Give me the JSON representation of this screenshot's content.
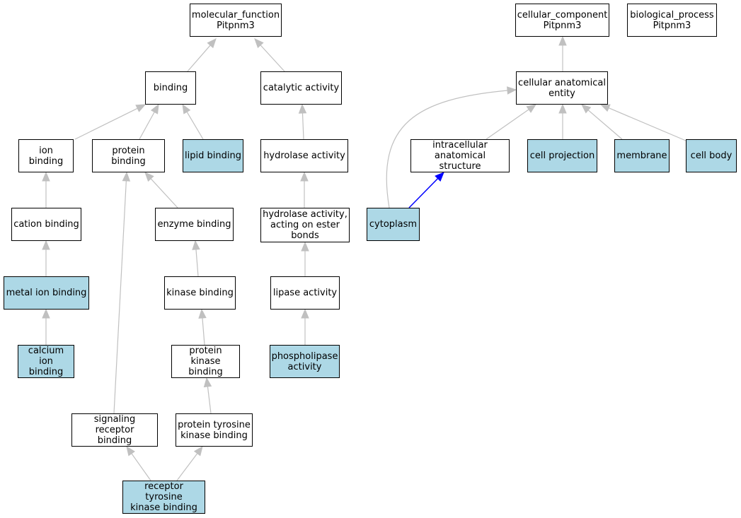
{
  "colors": {
    "annotated_fill": "#add8e6",
    "plain_fill": "#ffffff",
    "edge": "#c0c0c0",
    "edge_highlight": "#0000ff"
  },
  "nodes": {
    "mf": {
      "label": "molecular_function\nPitpnm3",
      "annotated": false
    },
    "cc": {
      "label": "cellular_component\nPitpnm3",
      "annotated": false
    },
    "bp": {
      "label": "biological_process\nPitpnm3",
      "annotated": false
    },
    "bind": {
      "label": "binding",
      "annotated": false
    },
    "cat": {
      "label": "catalytic activity",
      "annotated": false
    },
    "cae": {
      "label": "cellular anatomical\nentity",
      "annotated": false
    },
    "ion": {
      "label": "ion binding",
      "annotated": false
    },
    "prot": {
      "label": "protein binding",
      "annotated": false
    },
    "lipid": {
      "label": "lipid binding",
      "annotated": true
    },
    "hyd": {
      "label": "hydrolase activity",
      "annotated": false
    },
    "intra": {
      "label": "intracellular\nanatomical structure",
      "annotated": false
    },
    "cproj": {
      "label": "cell projection",
      "annotated": true
    },
    "memb": {
      "label": "membrane",
      "annotated": true
    },
    "cbody": {
      "label": "cell body",
      "annotated": true
    },
    "cation": {
      "label": "cation binding",
      "annotated": false
    },
    "enz": {
      "label": "enzyme binding",
      "annotated": false
    },
    "hydest": {
      "label": "hydrolase activity,\nacting on ester\nbonds",
      "annotated": false
    },
    "cyto": {
      "label": "cytoplasm",
      "annotated": true
    },
    "metal": {
      "label": "metal ion binding",
      "annotated": true
    },
    "kin": {
      "label": "kinase binding",
      "annotated": false
    },
    "lipase": {
      "label": "lipase activity",
      "annotated": false
    },
    "calc": {
      "label": "calcium ion\nbinding",
      "annotated": true
    },
    "pkb": {
      "label": "protein kinase\nbinding",
      "annotated": false
    },
    "phos": {
      "label": "phospholipase\nactivity",
      "annotated": true
    },
    "srb": {
      "label": "signaling receptor\nbinding",
      "annotated": false
    },
    "ptkb": {
      "label": "protein tyrosine\nkinase binding",
      "annotated": false
    },
    "rtkb": {
      "label": "receptor tyrosine\nkinase binding",
      "annotated": true
    }
  },
  "edges": [
    {
      "from": "bind",
      "to": "mf"
    },
    {
      "from": "cat",
      "to": "mf"
    },
    {
      "from": "ion",
      "to": "bind"
    },
    {
      "from": "prot",
      "to": "bind"
    },
    {
      "from": "lipid",
      "to": "bind"
    },
    {
      "from": "hyd",
      "to": "cat"
    },
    {
      "from": "cation",
      "to": "ion"
    },
    {
      "from": "metal",
      "to": "cation"
    },
    {
      "from": "calc",
      "to": "metal"
    },
    {
      "from": "enz",
      "to": "prot"
    },
    {
      "from": "kin",
      "to": "enz"
    },
    {
      "from": "pkb",
      "to": "kin"
    },
    {
      "from": "ptkb",
      "to": "pkb"
    },
    {
      "from": "srb",
      "to": "prot"
    },
    {
      "from": "rtkb",
      "to": "srb"
    },
    {
      "from": "rtkb",
      "to": "ptkb"
    },
    {
      "from": "hydest",
      "to": "hyd"
    },
    {
      "from": "lipase",
      "to": "hydest"
    },
    {
      "from": "phos",
      "to": "lipase"
    },
    {
      "from": "cae",
      "to": "cc"
    },
    {
      "from": "intra",
      "to": "cae"
    },
    {
      "from": "cproj",
      "to": "cae"
    },
    {
      "from": "memb",
      "to": "cae"
    },
    {
      "from": "cbody",
      "to": "cae"
    },
    {
      "from": "cyto",
      "to": "cae",
      "curved": true
    },
    {
      "from": "cyto",
      "to": "intra",
      "highlight": true
    }
  ]
}
